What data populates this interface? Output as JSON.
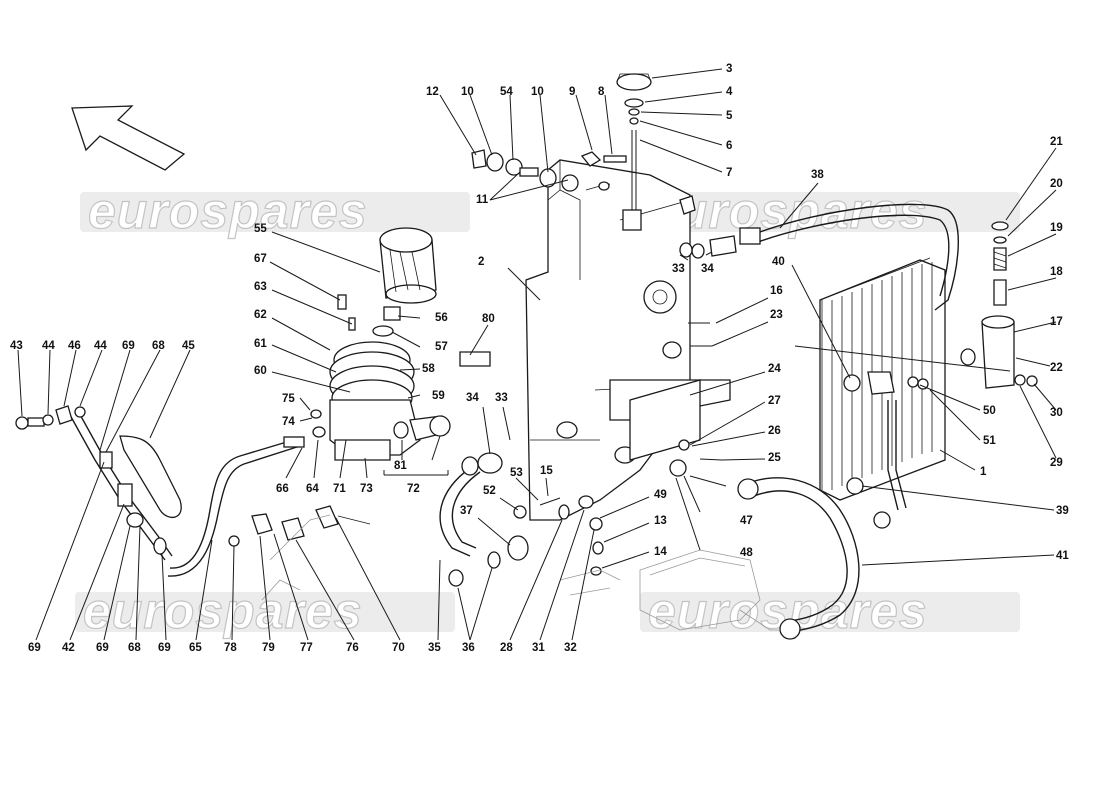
{
  "watermark": {
    "text": "eurospares"
  },
  "callouts": {
    "top": [
      "12",
      "10",
      "54",
      "10",
      "9",
      "8",
      "3",
      "4",
      "5",
      "6",
      "7",
      "11",
      "38",
      "21",
      "20",
      "19",
      "18",
      "17",
      "22",
      "30",
      "29"
    ],
    "left": [
      "55",
      "67",
      "63",
      "62",
      "61",
      "60",
      "75",
      "74",
      "80",
      "58",
      "59",
      "56",
      "57",
      "81",
      "72",
      "66",
      "64",
      "71",
      "73"
    ],
    "middle": [
      "2",
      "33",
      "34",
      "40",
      "16",
      "23",
      "24",
      "27",
      "26",
      "25",
      "34",
      "33",
      "53",
      "15",
      "52",
      "37",
      "49",
      "13",
      "14",
      "47",
      "48",
      "50",
      "51",
      "1",
      "39",
      "41"
    ],
    "bottom": [
      "43",
      "44",
      "46",
      "44",
      "69",
      "68",
      "45",
      "69",
      "42",
      "69",
      "68",
      "69",
      "65",
      "78",
      "79",
      "77",
      "76",
      "70",
      "35",
      "36",
      "28",
      "31",
      "32"
    ]
  }
}
